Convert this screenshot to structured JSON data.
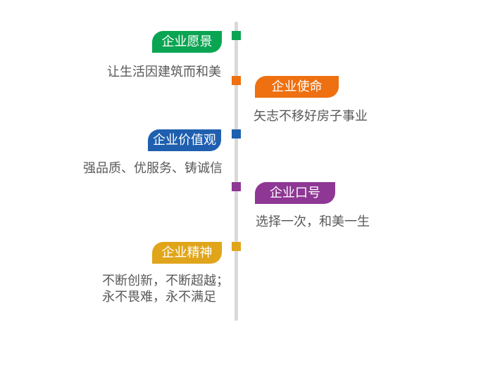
{
  "colors": {
    "vision": "#0aa552",
    "mission": "#ee7010",
    "values": "#1f5faf",
    "slogan": "#8e3794",
    "spirit": "#e0a51a",
    "line": "#d9d9d9"
  },
  "items": [
    {
      "title": "企业愿景",
      "text": "让生活因建筑而和美"
    },
    {
      "title": "企业使命",
      "text": "矢志不移好房子事业"
    },
    {
      "title": "企业价值观",
      "text": "强品质、优服务、铸诚信"
    },
    {
      "title": "企业口号",
      "text": "选择一次，和美一生"
    },
    {
      "title": "企业精神",
      "text": "不断创新，不断超越；",
      "text2": "永不畏难，永不满足"
    }
  ]
}
